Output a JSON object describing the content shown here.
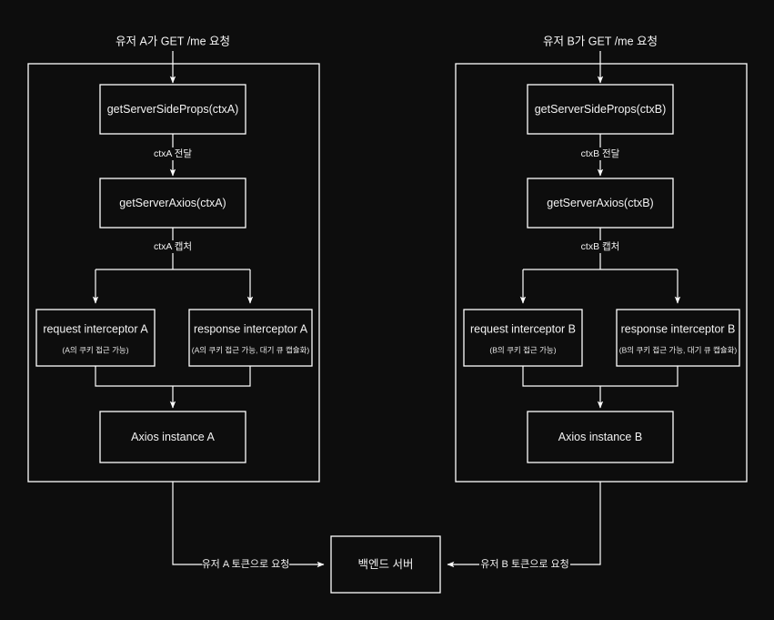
{
  "diagram": {
    "title": "Axios interceptor per-request isolation flow",
    "background_color": "#0d0d0d",
    "stroke_color": "#ffffff",
    "text_color": "#f2f2f2"
  },
  "lanes": [
    {
      "id": "lane-a",
      "entry_label": "유저 A가 GET /me 요청",
      "nodes": {
        "props": "getServerSideProps(ctxA)",
        "axios_factory": "getServerAxios(ctxA)",
        "request_interceptor": {
          "title": "request interceptor A",
          "note": "(A의 쿠키 접근 가능)"
        },
        "response_interceptor": {
          "title": "response interceptor A",
          "note": "(A의 쿠키 접근 가능, 대기 큐 캡슐화)"
        },
        "instance": "Axios instance A"
      },
      "edges": {
        "pass_ctx": "ctxA 전달",
        "capture_ctx": "ctxA 캡처"
      },
      "backend_edge_label": "유저 A 토큰으로 요청"
    },
    {
      "id": "lane-b",
      "entry_label": "유저 B가 GET /me 요청",
      "nodes": {
        "props": "getServerSideProps(ctxB)",
        "axios_factory": "getServerAxios(ctxB)",
        "request_interceptor": {
          "title": "request interceptor B",
          "note": "(B의 쿠키 접근 가능)"
        },
        "response_interceptor": {
          "title": "response interceptor B",
          "note": "(B의 쿠키 접근 가능, 대기 큐 캡슐화)"
        },
        "instance": "Axios instance B"
      },
      "edges": {
        "pass_ctx": "ctxB 전달",
        "capture_ctx": "ctxB 캡처"
      },
      "backend_edge_label": "유저 B 토큰으로 요청"
    }
  ],
  "backend": {
    "label": "백엔드 서버"
  }
}
